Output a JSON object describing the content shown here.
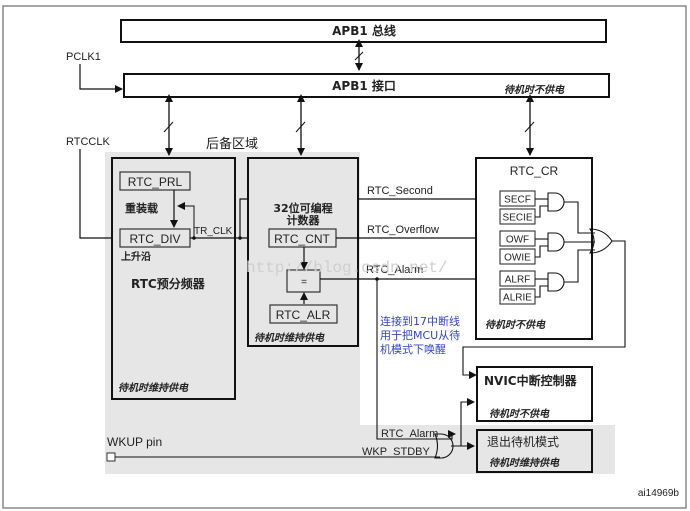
{
  "buses": {
    "apb1_bus": "APB1 总线",
    "apb1_interface": "APB1 接口",
    "apb1_interface_note": "待机时不供电"
  },
  "signals": {
    "pclk1": "PCLK1",
    "rtcclk": "RTCCLK",
    "tr_clk": "TR_CLK",
    "rtc_second": "RTC_Second",
    "rtc_overflow": "RTC_Overflow",
    "rtc_alarm": "RTC_Alarm",
    "rtc_alarm_2": "RTC_Alarm",
    "wkup_pin": "WKUP pin",
    "wkp_stdby": "WKP_STDBY"
  },
  "backup_domain": {
    "title": "后备区域",
    "prescaler": {
      "prl": "RTC_PRL",
      "reload": "重装载",
      "div": "RTC_DIV",
      "rising_edge": "上升沿",
      "title": "RTC预分频器",
      "note": "待机时维持供电"
    },
    "counter": {
      "title_line1": "32位可编程",
      "title_line2": "计数器",
      "cnt": "RTC_CNT",
      "compare": "=",
      "alr": "RTC_ALR",
      "note": "待机时维持供电"
    }
  },
  "rtc_cr": {
    "title": "RTC_CR",
    "flags": [
      "SECF",
      "SECIE",
      "OWF",
      "OWIE",
      "ALRF",
      "ALRIE"
    ],
    "note": "待机时不供电"
  },
  "annotation": {
    "line1": "连接到17中断线",
    "line2": "用于把MCU从待",
    "line3": "机模式下唤醒"
  },
  "nvic": {
    "title": "NVIC中断控制器",
    "note": "待机时不供电"
  },
  "exit_standby": {
    "title": "退出待机模式",
    "note": "待机时维持供电"
  },
  "watermark": "http://blog.csdn.net/",
  "figure_id": "ai14969b"
}
